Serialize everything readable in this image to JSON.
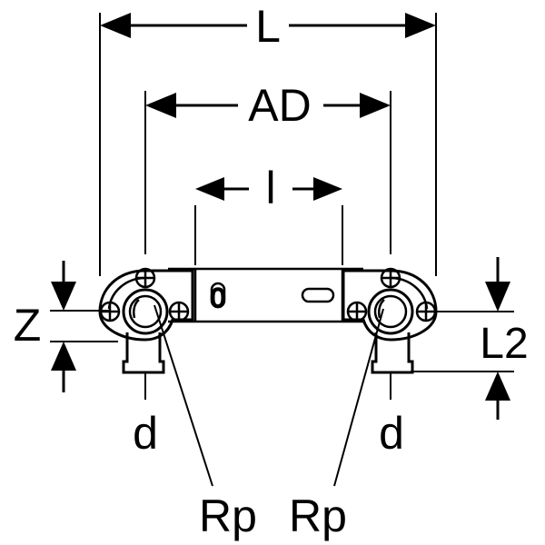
{
  "labels": {
    "overall_length": "L",
    "axis_distance": "AD",
    "inner_length": "l",
    "z_dimension": "Z",
    "outlet_length": "L2",
    "pipe_diameter_left": "d",
    "pipe_diameter_right": "d",
    "thread_left": "Rp",
    "thread_right": "Rp",
    "slot_mark": "0"
  },
  "colors": {
    "ink": "#000000",
    "background": "#ffffff"
  }
}
